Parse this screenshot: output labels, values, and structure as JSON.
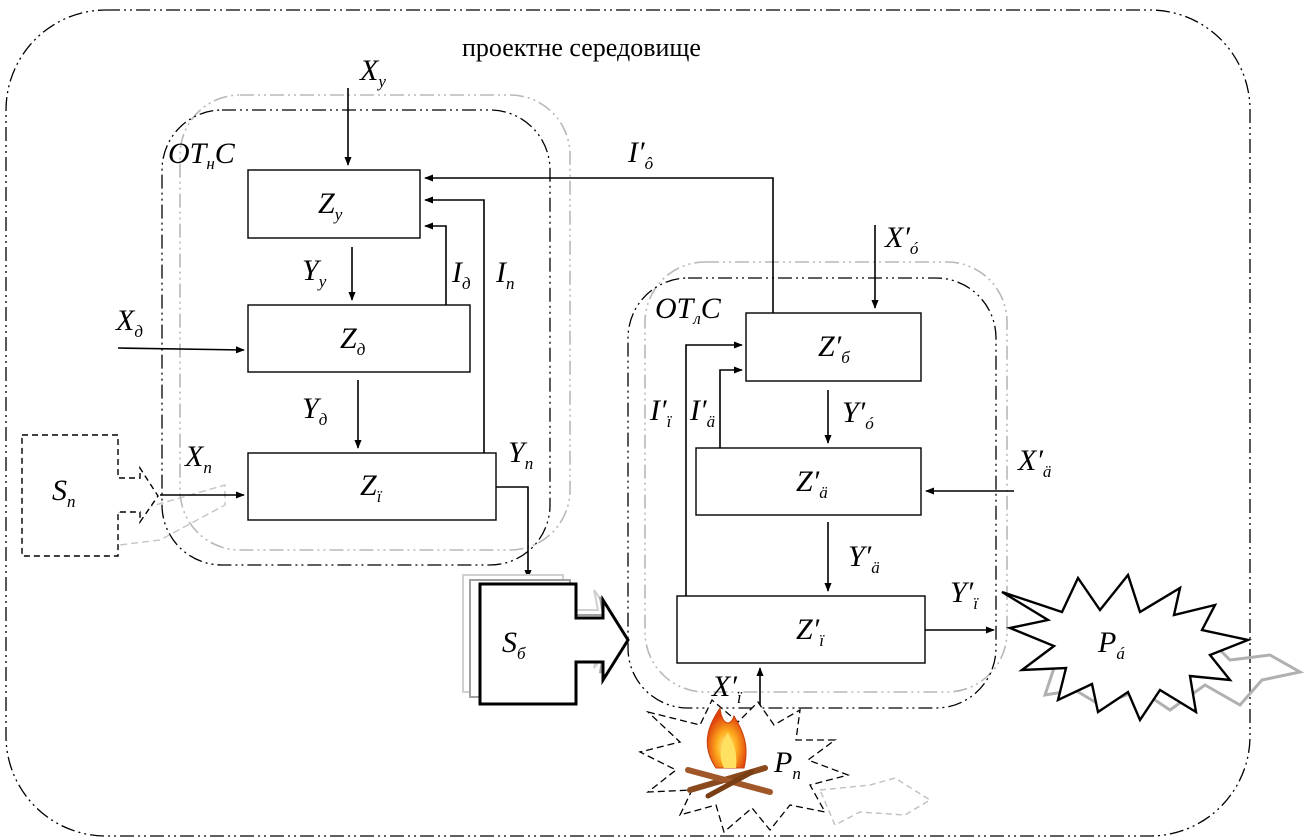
{
  "environment_label": "проектне середовище",
  "systems": {
    "upper": {
      "name_main": "OT",
      "name_sub": "н",
      "name_tail": "C"
    },
    "lower": {
      "name_main": "OT",
      "name_sub": "л",
      "name_tail": "C"
    }
  },
  "blocks": {
    "zy": {
      "main": "Z",
      "sub": "у"
    },
    "zd": {
      "main": "Z",
      "sub": "д"
    },
    "zi": {
      "main": "Z",
      "sub": "ї"
    },
    "zb2": {
      "main": "Z′",
      "sub": "б"
    },
    "za2": {
      "main": "Z′",
      "sub": "ä"
    },
    "zi2": {
      "main": "Z′",
      "sub": "ï"
    }
  },
  "signals": {
    "xy": {
      "main": "X",
      "sub": "у"
    },
    "xd": {
      "main": "X",
      "sub": "д"
    },
    "xn": {
      "main": "X",
      "sub": "п"
    },
    "yy": {
      "main": "Y",
      "sub": "у"
    },
    "yd": {
      "main": "Y",
      "sub": "д"
    },
    "yn": {
      "main": "Y",
      "sub": "п"
    },
    "id": {
      "main": "I",
      "sub": "д"
    },
    "in": {
      "main": "I",
      "sub": "п"
    },
    "ib2": {
      "main": "I′",
      "sub": "ô"
    },
    "xb2": {
      "main": "X′",
      "sub": "ó"
    },
    "yb2": {
      "main": "Y′",
      "sub": "ó"
    },
    "ii2": {
      "main": "I′",
      "sub": "ï"
    },
    "ia2": {
      "main": "I′",
      "sub": "ä"
    },
    "xa2": {
      "main": "X′",
      "sub": "ä"
    },
    "ya2": {
      "main": "Y′",
      "sub": "ä"
    },
    "yi2": {
      "main": "Y′",
      "sub": "ï"
    },
    "xi2": {
      "main": "X′",
      "sub": "ï"
    }
  },
  "externals": {
    "sn": {
      "main": "S",
      "sub": "п"
    },
    "sb": {
      "main": "S",
      "sub": "б"
    },
    "pa": {
      "main": "P",
      "sub": "á"
    },
    "pn": {
      "main": "P",
      "sub": "п"
    }
  }
}
